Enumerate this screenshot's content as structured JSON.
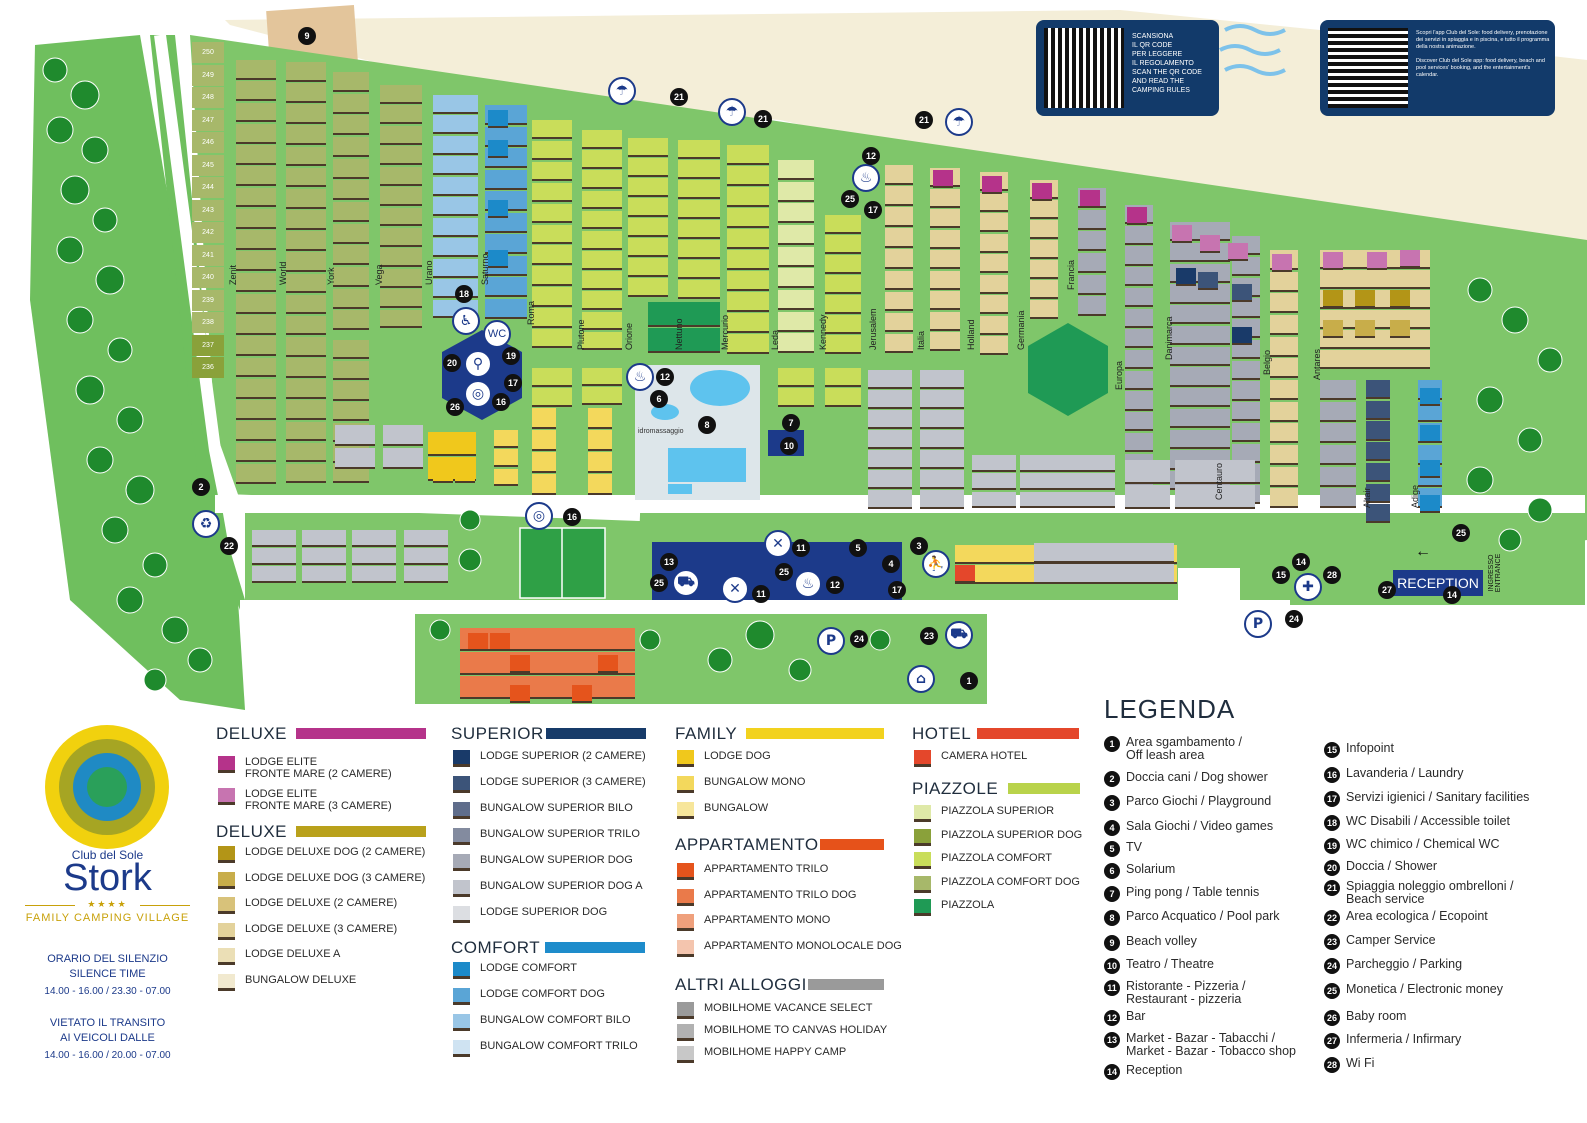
{
  "map": {
    "top_plots": [
      {
        "label": "250"
      },
      {
        "label": "249"
      },
      {
        "label": "248"
      },
      {
        "label": "247"
      },
      {
        "label": "246"
      },
      {
        "label": "245"
      },
      {
        "label": "244"
      },
      {
        "label": "243"
      },
      {
        "label": "242"
      },
      {
        "label": "241"
      },
      {
        "label": "240"
      },
      {
        "label": "239"
      },
      {
        "label": "238"
      },
      {
        "label": "237"
      },
      {
        "label": "236"
      }
    ],
    "street_labels": [
      "Zenit",
      "World",
      "York",
      "Vega",
      "Urano",
      "Saturno",
      "Roma",
      "Plutone",
      "Orione",
      "Nettuno",
      "Mercurio",
      "Leda",
      "Kennedy",
      "Jerusalem",
      "Italia",
      "Holland",
      "Germania",
      "Francia",
      "Europa",
      "Danimarca",
      "Centauro",
      "Belgio",
      "Antares",
      "Altair",
      "Adige"
    ],
    "qr_rules": {
      "text": "SCANSIONA\nIL QR CODE\nPER LEGGERE\nIL REGOLAMENTO\nSCAN THE QR CODE\nAND READ THE\nCAMPING RULES"
    },
    "qr_app": {
      "text": "Scopri l'app Club del Sole: food delivery, prenotazione dei servizi in spiaggia e in piscina, e tutto il programma della nostra animazione.\n\nDiscover Club del Sole app: food delivery, beach and pool services' booking, and the entertainment's calendar."
    },
    "reception": "RECEPTION",
    "entrance": "INGRESSO\nENTRANCE",
    "pool_label": "idromassaggio",
    "wc_label": "WC",
    "number_markers": [
      "9",
      "21",
      "21",
      "21",
      "12",
      "25",
      "17",
      "18",
      "19",
      "20",
      "17",
      "26",
      "16",
      "12",
      "6",
      "8",
      "7",
      "10",
      "2",
      "22",
      "16",
      "11",
      "5",
      "13",
      "25",
      "25",
      "12",
      "11",
      "4",
      "3",
      "17",
      "14",
      "15",
      "28",
      "24",
      "27",
      "14",
      "25",
      "23",
      "24",
      "1"
    ]
  },
  "legend": {
    "deluxe1": {
      "title": "DELUXE",
      "color": "#b5338a",
      "items": [
        {
          "label": "LODGE ELITE\nFRONTE MARE (2 CAMERE)",
          "color": "#b5338a"
        },
        {
          "label": "LODGE ELITE\nFRONTE MARE (3 CAMERE)",
          "color": "#c774b0"
        }
      ]
    },
    "deluxe2": {
      "title": "DELUXE",
      "color": "#b9a11b",
      "items": [
        {
          "label": "LODGE DELUXE DOG (2 CAMERE)",
          "color": "#b39517"
        },
        {
          "label": "LODGE DELUXE DOG (3 CAMERE)",
          "color": "#c8ad4a"
        },
        {
          "label": "LODGE DELUXE (2 CAMERE)",
          "color": "#d8c27a"
        },
        {
          "label": "LODGE DELUXE (3 CAMERE)",
          "color": "#e3d29b"
        },
        {
          "label": "LODGE DELUXE A",
          "color": "#ebdfb6"
        },
        {
          "label": "BUNGALOW DELUXE",
          "color": "#f1e9cf"
        }
      ]
    },
    "superior": {
      "title": "SUPERIOR",
      "color": "#173b69",
      "items": [
        {
          "label": "LODGE SUPERIOR (2 CAMERE)",
          "color": "#193a69"
        },
        {
          "label": "LODGE SUPERIOR (3 CAMERE)",
          "color": "#3c5479"
        },
        {
          "label": "BUNGALOW SUPERIOR BILO",
          "color": "#5f6d8b"
        },
        {
          "label": "BUNGALOW SUPERIOR TRILO",
          "color": "#838b9f"
        },
        {
          "label": "BUNGALOW SUPERIOR DOG",
          "color": "#a6aab6"
        },
        {
          "label": "BUNGALOW SUPERIOR DOG A",
          "color": "#c1c4cc"
        },
        {
          "label": "LODGE SUPERIOR DOG",
          "color": "#dcdee2"
        }
      ]
    },
    "comfort": {
      "title": "COMFORT",
      "color": "#1e8ccb",
      "items": [
        {
          "label": "LODGE COMFORT",
          "color": "#1c8ac9"
        },
        {
          "label": "LODGE COMFORT DOG",
          "color": "#5aa5d6"
        },
        {
          "label": "BUNGALOW COMFORT BILO",
          "color": "#99c6e6"
        },
        {
          "label": "BUNGALOW COMFORT TRILO",
          "color": "#cfe3f2"
        }
      ]
    },
    "family": {
      "title": "FAMILY",
      "color": "#f2d21e",
      "items": [
        {
          "label": "LODGE DOG",
          "color": "#f0c81c"
        },
        {
          "label": "BUNGALOW MONO",
          "color": "#f3d85c"
        },
        {
          "label": "BUNGALOW",
          "color": "#f7e69b"
        }
      ]
    },
    "appartamento": {
      "title": "APPARTAMENTO",
      "color": "#e6521a",
      "items": [
        {
          "label": "APPARTAMENTO TRILO",
          "color": "#e5541c"
        },
        {
          "label": "APPARTAMENTO TRILO DOG",
          "color": "#ea7a4a"
        },
        {
          "label": "APPARTAMENTO MONO",
          "color": "#efa07c"
        },
        {
          "label": "APPARTAMENTO MONOLOCALE DOG",
          "color": "#f4c5ae"
        }
      ]
    },
    "altri": {
      "title": "ALTRI ALLOGGI",
      "color": "#9a9a9a",
      "items": [
        {
          "label": "MOBILHOME VACANCE SELECT",
          "color": "#9a9a9a"
        },
        {
          "label": "MOBILHOME TO CANVAS HOLIDAY",
          "color": "#b1b1b1"
        },
        {
          "label": "MOBILHOME HAPPY CAMP",
          "color": "#c8c8c8"
        }
      ]
    },
    "hotel": {
      "title": "HOTEL",
      "color": "#e4472b",
      "items": [
        {
          "label": "CAMERA HOTEL",
          "color": "#e4472b"
        }
      ]
    },
    "piazzole": {
      "title": "PIAZZOLE",
      "color": "#b9d34b",
      "items": [
        {
          "label": "PIAZZOLA SUPERIOR",
          "color": "#dfe9a8"
        },
        {
          "label": "PIAZZOLA SUPERIOR DOG",
          "color": "#8aa13a"
        },
        {
          "label": "PIAZZOLA COMFORT",
          "color": "#c9dd5a"
        },
        {
          "label": "PIAZZOLA COMFORT DOG",
          "color": "#a7b86a"
        },
        {
          "label": "PIAZZOLA",
          "color": "#1f9a55"
        }
      ]
    }
  },
  "legenda": {
    "title": "LEGENDA",
    "col1": [
      {
        "n": "1",
        "label": "Area sgambamento /\nOff leash area"
      },
      {
        "n": "2",
        "label": "Doccia cani / Dog shower"
      },
      {
        "n": "3",
        "label": "Parco Giochi / Playground"
      },
      {
        "n": "4",
        "label": "Sala Giochi / Video games"
      },
      {
        "n": "5",
        "label": "TV"
      },
      {
        "n": "6",
        "label": "Solarium"
      },
      {
        "n": "7",
        "label": "Ping pong / Table tennis"
      },
      {
        "n": "8",
        "label": "Parco Acquatico / Pool park"
      },
      {
        "n": "9",
        "label": "Beach volley"
      },
      {
        "n": "10",
        "label": "Teatro / Theatre"
      },
      {
        "n": "11",
        "label": "Ristorante - Pizzeria /\nRestaurant - pizzeria"
      },
      {
        "n": "12",
        "label": "Bar"
      },
      {
        "n": "13",
        "label": "Market - Bazar - Tabacchi /\nMarket - Bazar - Tobacco shop"
      },
      {
        "n": "14",
        "label": "Reception"
      }
    ],
    "col2": [
      {
        "n": "15",
        "label": "Infopoint"
      },
      {
        "n": "16",
        "label": "Lavanderia / Laundry"
      },
      {
        "n": "17",
        "label": "Servizi igienici / Sanitary facilities"
      },
      {
        "n": "18",
        "label": "WC Disabili / Accessible toilet"
      },
      {
        "n": "19",
        "label": "WC chimico / Chemical WC"
      },
      {
        "n": "20",
        "label": "Doccia / Shower"
      },
      {
        "n": "21",
        "label": "Spiaggia noleggio ombrelloni /\nBeach service"
      },
      {
        "n": "22",
        "label": "Area ecologica / Ecopoint"
      },
      {
        "n": "23",
        "label": "Camper Service"
      },
      {
        "n": "24",
        "label": "Parcheggio / Parking"
      },
      {
        "n": "25",
        "label": "Monetica / Electronic money"
      },
      {
        "n": "26",
        "label": "Baby room"
      },
      {
        "n": "27",
        "label": "Infermeria / Infirmary"
      },
      {
        "n": "28",
        "label": "Wi Fi"
      }
    ]
  },
  "logo": {
    "brand": "Club del Sole",
    "name": "Stork",
    "stars": "★★★★",
    "tagline": "FAMILY CAMPING VILLAGE",
    "silence_title": "ORARIO DEL SILENZIO\nSILENCE TIME",
    "silence_time": "14.00 - 16.00 / 23.30 - 07.00",
    "transit_title": "VIETATO IL TRANSITO\nAI VEICOLI DALLE",
    "transit_time": "14.00 - 16.00 / 20.00 - 07.00"
  }
}
